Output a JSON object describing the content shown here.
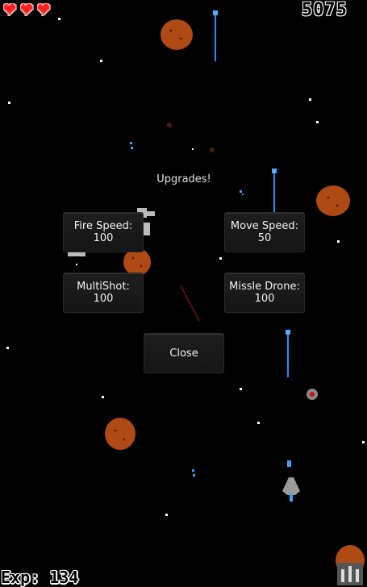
{
  "hud": {
    "score": "5075",
    "exp_label": "Exp:",
    "exp_value": "134",
    "lives": 3,
    "heart_icon": "heart-icon",
    "heart_color": "#ff2020"
  },
  "menu": {
    "title": "Upgrades!",
    "fire_speed_label": "Fire Speed:",
    "fire_speed_cost": "100",
    "move_speed_label": "Move Speed:",
    "move_speed_cost": "50",
    "multishot_label": "MultiShot:",
    "multishot_cost": "100",
    "missile_drone_label": "Missle Drone:",
    "missile_drone_cost": "100",
    "close_label": "Close"
  },
  "colors": {
    "background": "#000000",
    "asteroid": "#b04a14",
    "laser": "#1e90ff",
    "ship": "#9a9a9a"
  }
}
